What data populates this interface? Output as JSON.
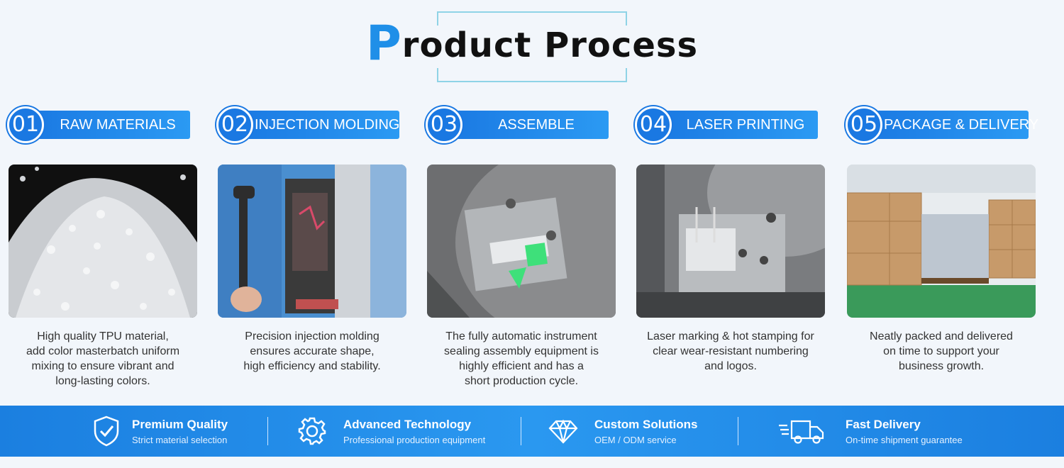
{
  "title": {
    "first_letter": "P",
    "rest": "roduct Process"
  },
  "steps": [
    {
      "number": "01",
      "label": "RAW MATERIALS",
      "photo": "plastic-pellets-photo",
      "desc": [
        "High quality TPU material,",
        "add color masterbatch uniform",
        "mixing to ensure vibrant and",
        "long-lasting colors."
      ]
    },
    {
      "number": "02",
      "label": "INJECTION MOLDING",
      "photo": "injection-machine-photo",
      "desc": [
        "Precision injection molding",
        "ensures accurate shape,",
        "high efficiency and stability."
      ]
    },
    {
      "number": "03",
      "label": "ASSEMBLE",
      "photo": "assembly-fixture-photo",
      "desc": [
        "The fully automatic instrument",
        "sealing assembly equipment is",
        "highly efficient and has a",
        "short production cycle."
      ]
    },
    {
      "number": "04",
      "label": "LASER PRINTING",
      "photo": "laser-fixture-photo",
      "desc": [
        "Laser marking & hot stamping for",
        "clear wear-resistant numbering",
        "and logos."
      ]
    },
    {
      "number": "05",
      "label": "PACKAGE & DELIVERY",
      "photo": "warehouse-boxes-photo",
      "desc": [
        "Neatly packed and delivered",
        "on time to support your",
        "business growth."
      ]
    }
  ],
  "features": [
    {
      "icon": "shield-check-icon",
      "title": "Premium Quality",
      "subtitle": "Strict material selection"
    },
    {
      "icon": "gear-icon",
      "title": "Advanced Technology",
      "subtitle": "Professional production equipment"
    },
    {
      "icon": "diamond-icon",
      "title": "Custom Solutions",
      "subtitle": "OEM / ODM service"
    },
    {
      "icon": "delivery-truck-icon",
      "title": "Fast Delivery",
      "subtitle": "On-time shipment guarantee"
    }
  ],
  "colors": {
    "accent": "#1f8fe8",
    "band": "#2a98f0",
    "background": "#f2f6fb"
  }
}
